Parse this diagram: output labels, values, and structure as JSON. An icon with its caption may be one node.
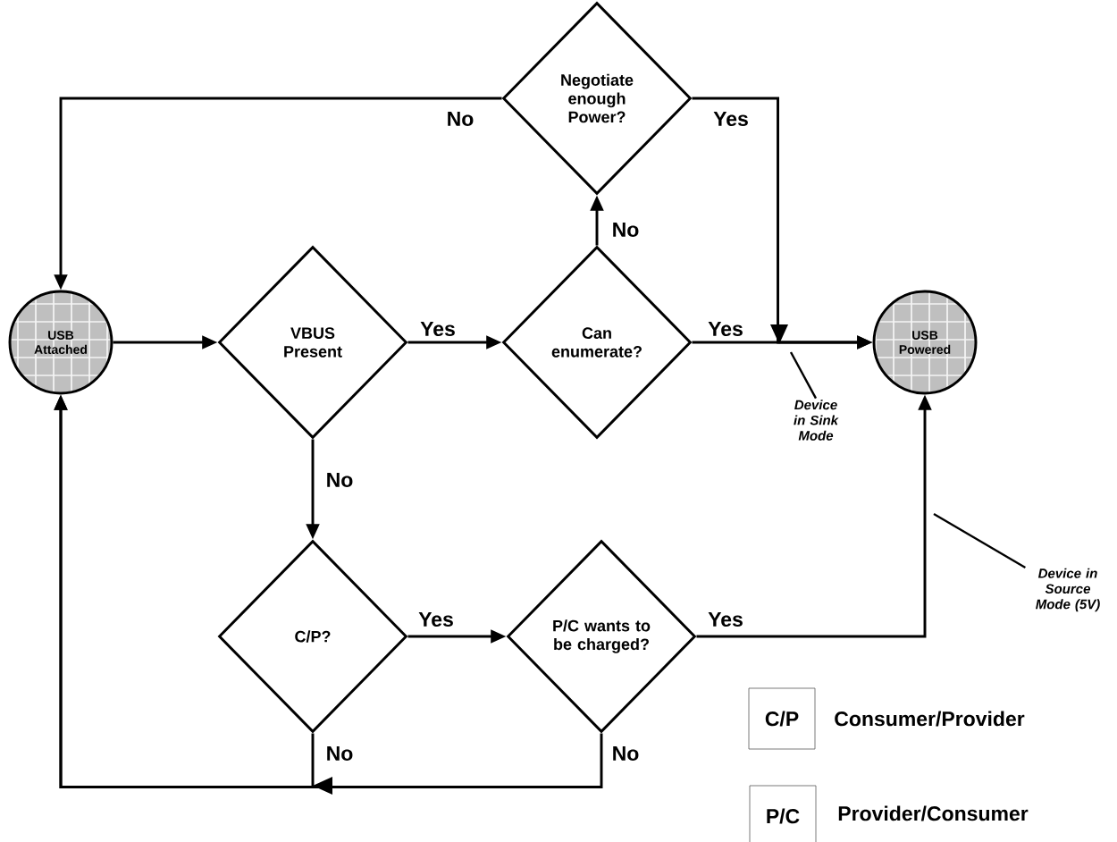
{
  "diagram": {
    "nodes": [
      {
        "text": [
          "USB Attached"
        ]
      },
      {
        "text": [
          "VBUS Present"
        ]
      },
      {
        "text": [
          "Can enumerate?"
        ]
      },
      {
        "text": [
          "Negotiate enough Power?"
        ]
      },
      {
        "text": [
          "USB Powered"
        ]
      },
      {
        "text": [
          "C/P?"
        ]
      },
      {
        "text": [
          "P/C wants to be charged?"
        ]
      },
      {
        "text": [
          "Device in Sink Mode"
        ]
      },
      {
        "text": [
          "Device in Source Mode (5V)"
        ]
      },
      {
        "text": [
          "C/P"
        ],
        "beside": [
          "Consumer/Provider"
        ]
      },
      {
        "text": [
          "P/C"
        ],
        "beside": [
          "Provider/Consumer"
        ]
      }
    ],
    "edges": [
      {
        "from": 0,
        "to": 1,
        "arrow": "to"
      },
      {
        "from": 1,
        "to": 2,
        "arrow": "to",
        "label": "Yes"
      },
      {
        "from": 2,
        "to": 4,
        "arrow": "to",
        "label": "Yes"
      },
      {
        "from": 2,
        "to": 3,
        "arrow": "to",
        "label": "No"
      },
      {
        "from": 3,
        "to": 0,
        "arrow": "to",
        "label": "No"
      },
      {
        "from": 3,
        "to": 4,
        "arrow": "to",
        "label": "Yes"
      },
      {
        "from": 1,
        "to": 5,
        "arrow": "to",
        "label": "No"
      },
      {
        "from": 5,
        "to": 6,
        "arrow": "to",
        "label": "Yes"
      },
      {
        "from": 6,
        "to": 4,
        "arrow": "to",
        "label": "Yes"
      },
      {
        "from": 5,
        "to": 0,
        "arrow": "to",
        "label": "No"
      },
      {
        "from": 6,
        "to": 0,
        "arrow": "to",
        "label": "No"
      },
      {
        "from": 7,
        "to": null,
        "arrow": "none"
      },
      {
        "from": 8,
        "to": null,
        "arrow": "none"
      }
    ]
  }
}
